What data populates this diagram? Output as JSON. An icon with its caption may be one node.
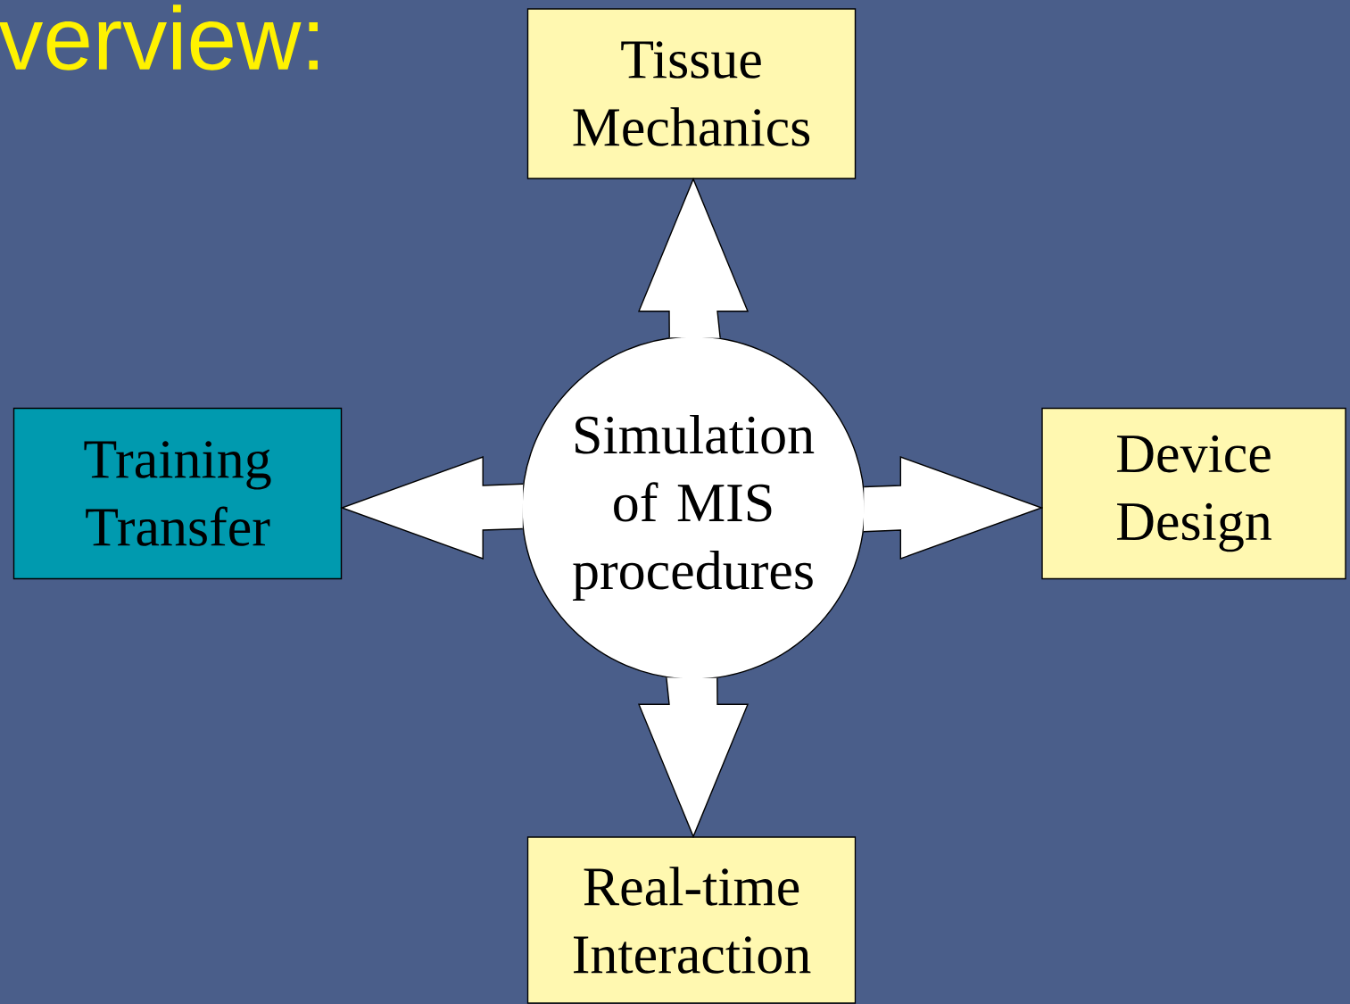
{
  "diagram": {
    "title": "verview:",
    "nodes": [
      {
        "text": [
          "Simulation of MIS procedures"
        ]
      },
      {
        "text": [
          "Tissue Mechanics"
        ]
      },
      {
        "text": [
          "Training Transfer"
        ]
      },
      {
        "text": [
          "Device Design"
        ]
      },
      {
        "text": [
          "Real-time Interaction"
        ]
      }
    ],
    "edges": [
      {
        "from": 0,
        "to": 1,
        "arrow": "to"
      },
      {
        "from": 0,
        "to": 2,
        "arrow": "to"
      },
      {
        "from": 0,
        "to": 3,
        "arrow": "to"
      },
      {
        "from": 0,
        "to": 4,
        "arrow": "to"
      }
    ]
  }
}
